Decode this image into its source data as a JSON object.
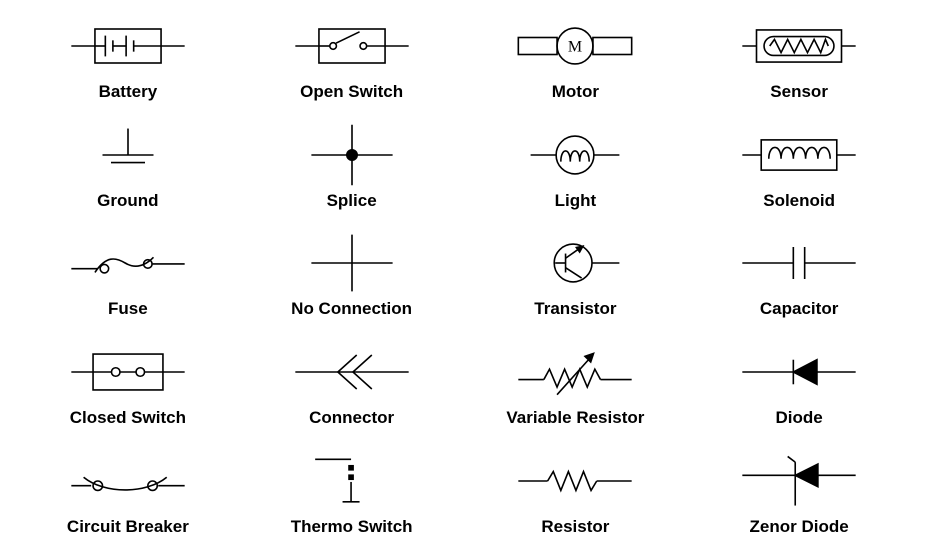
{
  "page": {
    "background_color": "#ffffff",
    "symbol_color": "#000000",
    "label_color": "#000000"
  },
  "grid": {
    "columns": 4,
    "rows": 5,
    "items": [
      {
        "label": "Battery",
        "icon": "battery-symbol-icon"
      },
      {
        "label": "Open Switch",
        "icon": "open-switch-symbol-icon"
      },
      {
        "label": "Motor",
        "icon": "motor-symbol-icon",
        "symbol_text": "M"
      },
      {
        "label": "Sensor",
        "icon": "sensor-symbol-icon"
      },
      {
        "label": "Ground",
        "icon": "ground-symbol-icon"
      },
      {
        "label": "Splice",
        "icon": "splice-symbol-icon"
      },
      {
        "label": "Light",
        "icon": "light-symbol-icon"
      },
      {
        "label": "Solenoid",
        "icon": "solenoid-symbol-icon"
      },
      {
        "label": "Fuse",
        "icon": "fuse-symbol-icon"
      },
      {
        "label": "No Connection",
        "icon": "no-connection-symbol-icon"
      },
      {
        "label": "Transistor",
        "icon": "transistor-symbol-icon"
      },
      {
        "label": "Capacitor",
        "icon": "capacitor-symbol-icon"
      },
      {
        "label": "Closed Switch",
        "icon": "closed-switch-symbol-icon"
      },
      {
        "label": "Connector",
        "icon": "connector-symbol-icon"
      },
      {
        "label": "Variable Resistor",
        "icon": "variable-resistor-symbol-icon"
      },
      {
        "label": "Diode",
        "icon": "diode-symbol-icon"
      },
      {
        "label": "Circuit Breaker",
        "icon": "circuit-breaker-symbol-icon"
      },
      {
        "label": "Thermo Switch",
        "icon": "thermo-switch-symbol-icon"
      },
      {
        "label": "Resistor",
        "icon": "resistor-symbol-icon"
      },
      {
        "label": "Zenor Diode",
        "icon": "zenor-diode-symbol-icon"
      }
    ]
  }
}
